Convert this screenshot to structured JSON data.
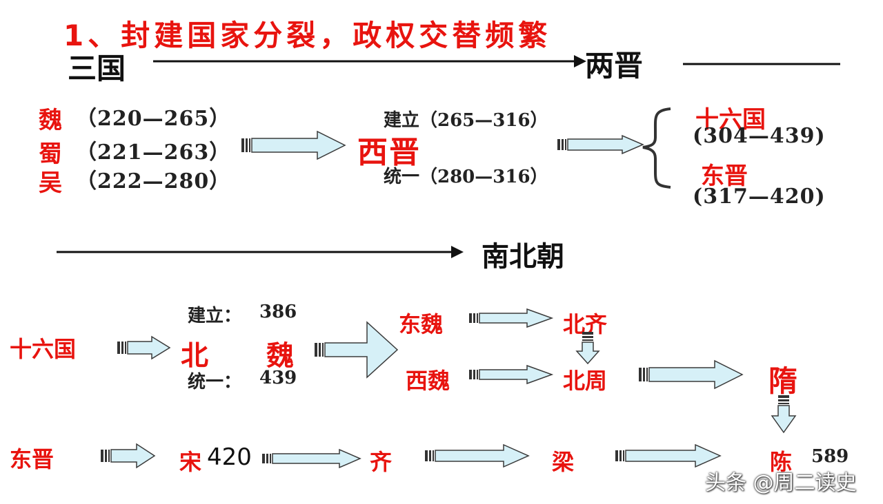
{
  "title": "1、封建国家分裂，政权交替频繁",
  "header": {
    "from": "三国",
    "to": "两晋"
  },
  "three_kingdoms": [
    {
      "name": "魏",
      "years": "（220—265）"
    },
    {
      "name": "蜀",
      "years": "（221—263）"
    },
    {
      "name": "吴",
      "years": "（222—280）"
    }
  ],
  "western_jin": {
    "founded": "建立（265—316）",
    "name": "西晋",
    "unified": "统一（280—316）"
  },
  "split": [
    {
      "name": "十六国",
      "years": "(304—439)"
    },
    {
      "name": "东晋",
      "years": "(317—420)"
    }
  ],
  "southern_northern": "南北朝",
  "north": {
    "start": "十六国",
    "founded_label": "建立：",
    "founded_year": "386",
    "bei": "北",
    "wei": "魏",
    "unified_label": "统一：",
    "unified_year": "439",
    "east_wei": "东魏",
    "west_wei": "西魏",
    "north_qi": "北齐",
    "north_zhou": "北周",
    "sui": "隋"
  },
  "south": {
    "start": "东晋",
    "song": "宋",
    "song_year": "420",
    "qi": "齐",
    "liang": "梁",
    "chen": "陈",
    "chen_year": "589"
  },
  "watermark": "头条 @周二读史",
  "colors": {
    "red": "#e8140f",
    "arrow_fill": "#d6f0f7",
    "arrow_stroke": "#3a3a3a"
  }
}
